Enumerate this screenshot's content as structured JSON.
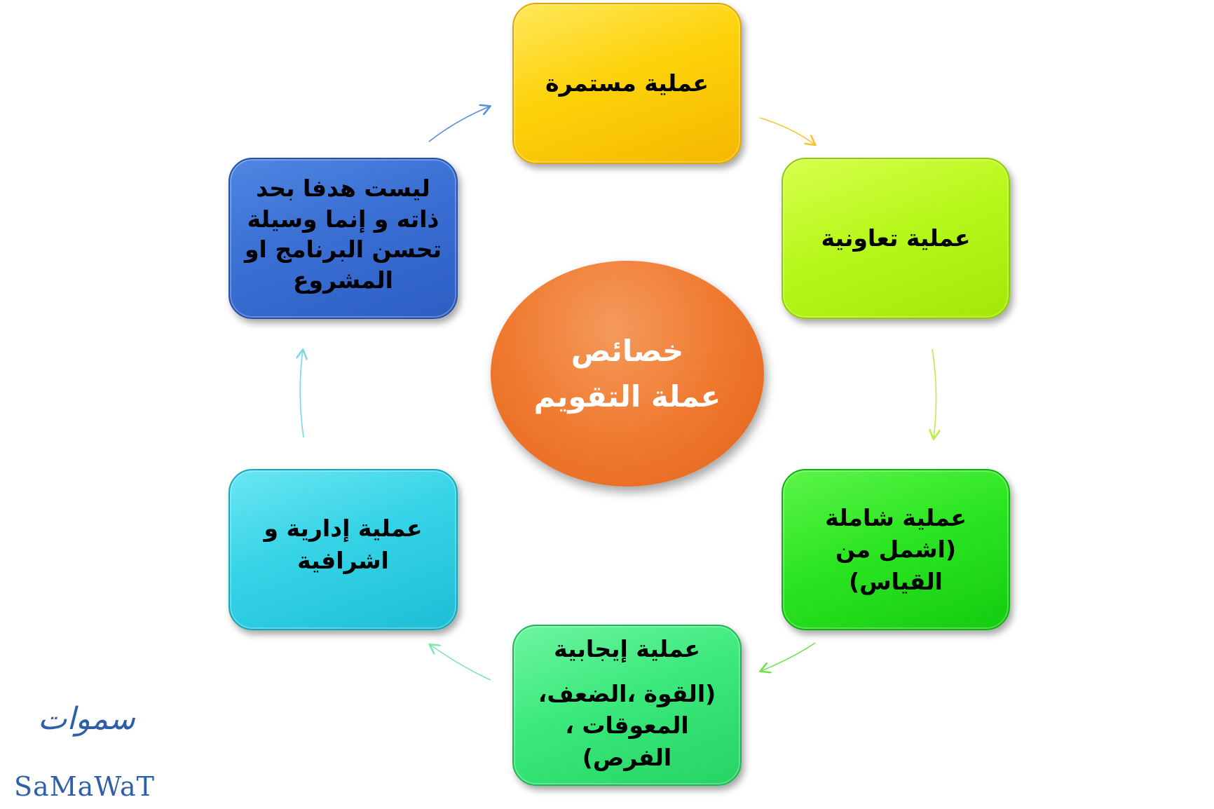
{
  "diagram": {
    "center": {
      "lines": [
        "خصائص",
        "عملة التقويم"
      ]
    },
    "boxes": {
      "continuous": {
        "lines": [
          "عملية مستمرة"
        ],
        "color": "#fdd20a"
      },
      "collaborative": {
        "lines": [
          "عملية تعاونية"
        ],
        "color": "#b8f81c"
      },
      "comprehensive": {
        "lines": [
          "عملية شاملة",
          "(اشمل من",
          "القياس)"
        ],
        "color": "#2de622"
      },
      "positive": {
        "lines": [
          "عملية إيجابية",
          "(القوة ،الضعف،",
          "المعوقات ،",
          "الفرص)"
        ],
        "color": "#3be97c"
      },
      "administrative": {
        "lines": [
          "عملية إدارية و",
          "اشرافية"
        ],
        "color": "#35d3e6"
      },
      "means": {
        "lines": [
          "ليست هدفا بحد",
          "ذاته و إنما وسيلة",
          "تحسن البرنامج او",
          "المشروع"
        ],
        "color": "#3a6fd3"
      }
    },
    "arrows": [
      {
        "from": "means",
        "to": "continuous",
        "color": "#5b8fd9"
      },
      {
        "from": "continuous",
        "to": "collaborative",
        "color": "#f7c531"
      },
      {
        "from": "collaborative",
        "to": "comprehensive",
        "color": "#b6ef4a"
      },
      {
        "from": "comprehensive",
        "to": "positive",
        "color": "#6fe04e"
      },
      {
        "from": "positive",
        "to": "administrative",
        "color": "#7fe8a8"
      },
      {
        "from": "administrative",
        "to": "means",
        "color": "#7ad7e6"
      }
    ]
  },
  "logo": {
    "script_text": "سموات",
    "latin_text": "SaMaWaT"
  }
}
